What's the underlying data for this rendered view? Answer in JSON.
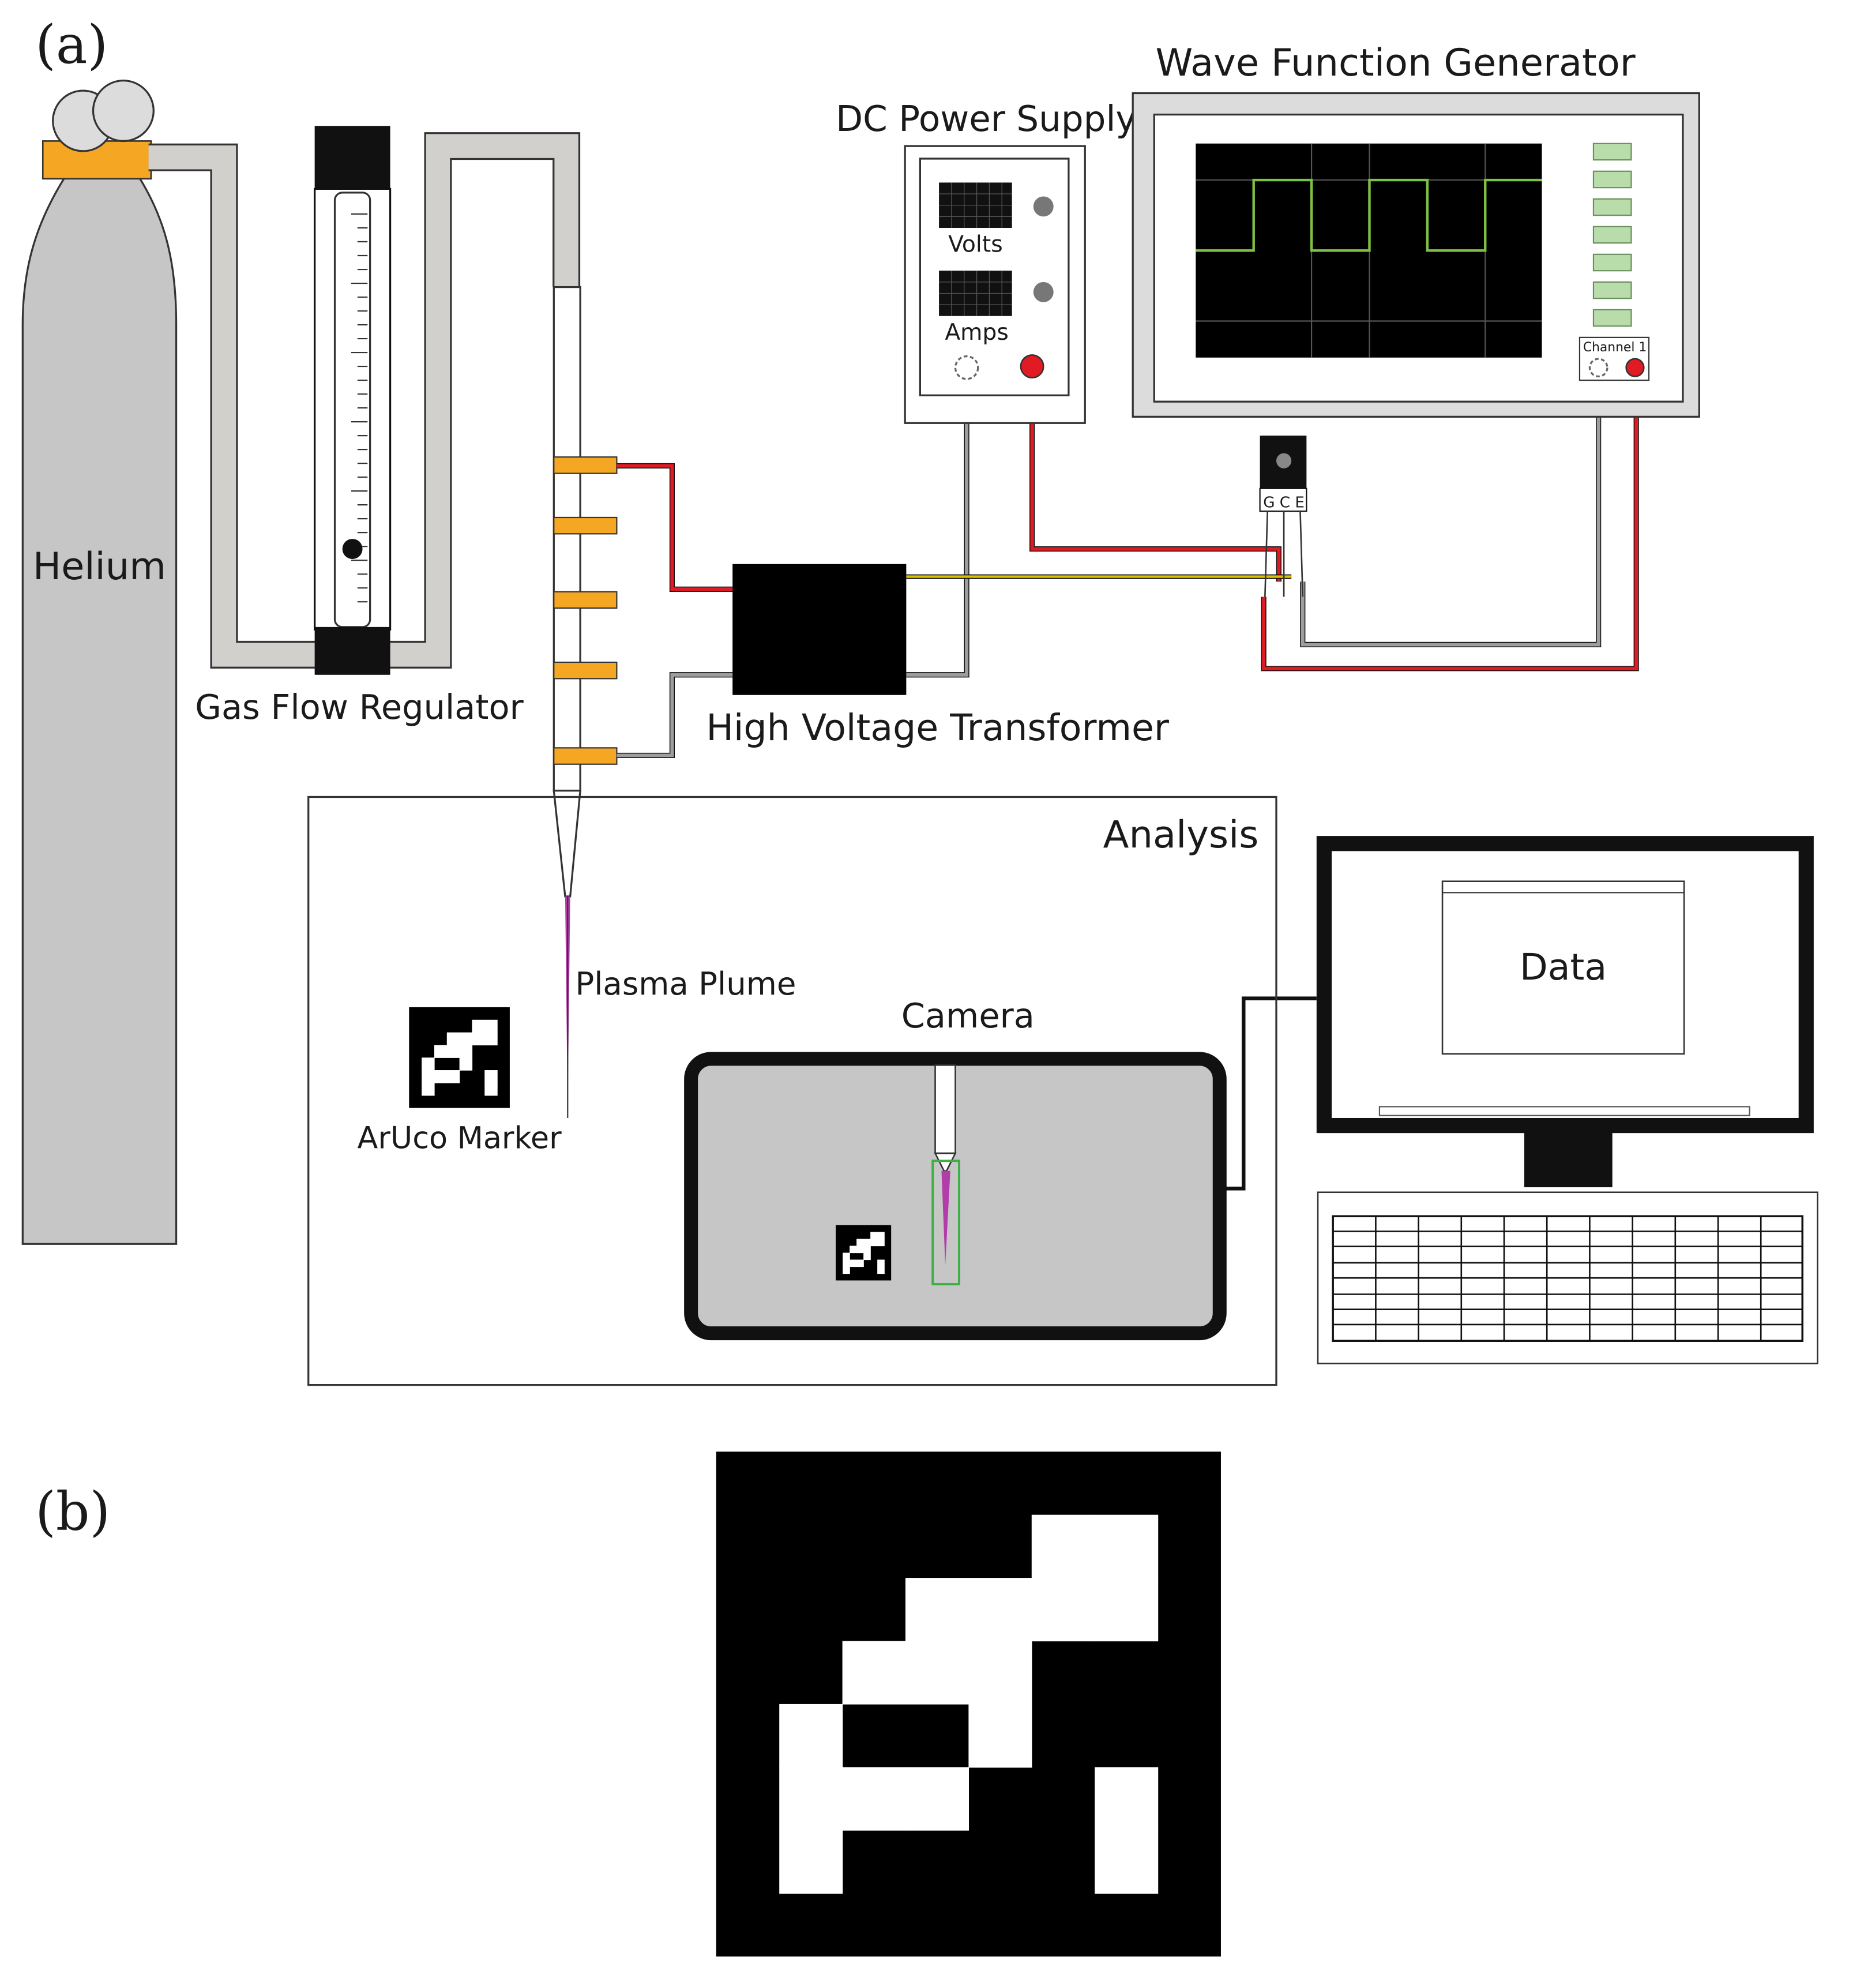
{
  "panels": {
    "a": "(a)",
    "b": "(b)"
  },
  "labels": {
    "helium": "Helium",
    "gas_flow_regulator": "Gas Flow Regulator",
    "dc_power_supply": "DC Power Supply",
    "volts": "Volts",
    "amps": "Amps",
    "wave_function_generator": "Wave Function Generator",
    "channel": "Channel 1",
    "gce": "G C E",
    "high_voltage_transformer": "High Voltage Transformer",
    "analysis": "Analysis",
    "plasma_plume": "Plasma Plume",
    "camera": "Camera",
    "aruco_marker": "ArUco Marker",
    "data": "Data"
  },
  "colors": {
    "gas_tube": "#d2d0cc",
    "cylinder": "#c6c6c6",
    "brass": "#f5a623",
    "red_wire": "#e01b24",
    "grey_wire": "#9e9e9e",
    "yellow_wire": "#d9c200",
    "scope_trace": "#7dc242",
    "led_green": "#b9ddaa",
    "plasma": "#b23ca8"
  },
  "aruco_grid": [
    [
      0,
      0,
      0,
      0,
      0,
      0,
      0,
      0
    ],
    [
      0,
      0,
      0,
      0,
      0,
      1,
      1,
      0
    ],
    [
      0,
      0,
      0,
      1,
      1,
      1,
      1,
      0
    ],
    [
      0,
      0,
      1,
      1,
      1,
      0,
      0,
      0
    ],
    [
      0,
      1,
      0,
      0,
      1,
      0,
      0,
      0
    ],
    [
      0,
      1,
      1,
      1,
      0,
      0,
      1,
      0
    ],
    [
      0,
      1,
      0,
      0,
      0,
      0,
      1,
      0
    ],
    [
      0,
      0,
      0,
      0,
      0,
      0,
      0,
      0
    ]
  ]
}
